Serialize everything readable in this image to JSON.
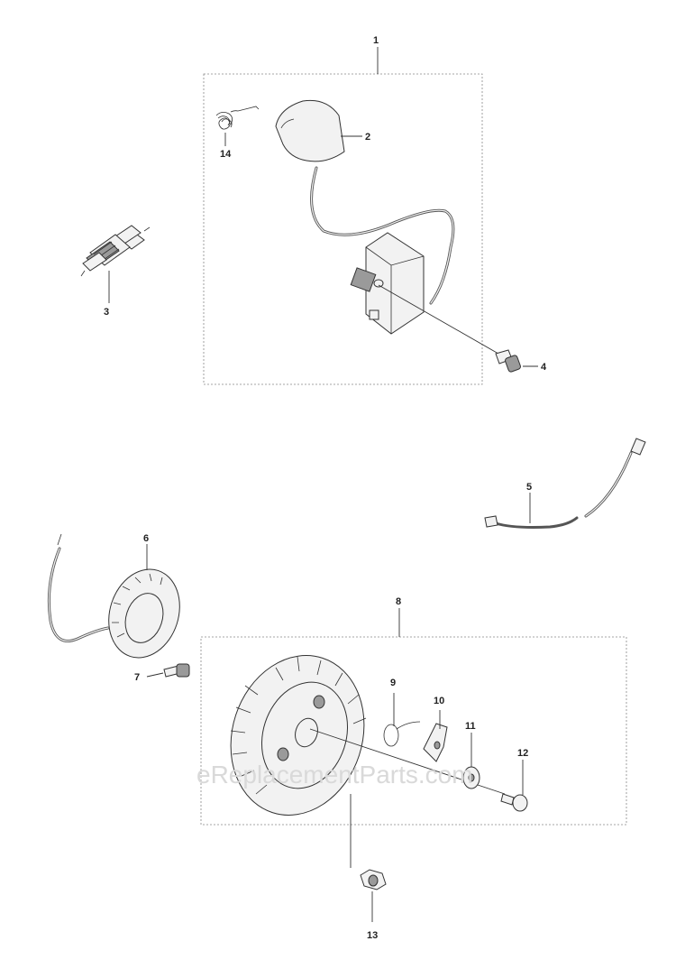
{
  "callouts": {
    "c1": "1",
    "c2": "2",
    "c3": "3",
    "c4": "4",
    "c5": "5",
    "c6": "6",
    "c7": "7",
    "c8": "8",
    "c9": "9",
    "c10": "10",
    "c11": "11",
    "c12": "12",
    "c13": "13",
    "c14": "14"
  },
  "watermark": "eReplacementParts.com"
}
